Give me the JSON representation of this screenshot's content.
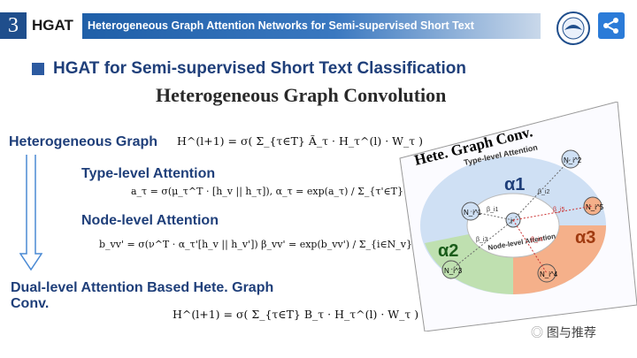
{
  "header": {
    "slide_number": "3",
    "section": "HGAT",
    "title": "Heterogeneous Graph Attention Networks for Semi-supervised Short Text"
  },
  "main": {
    "subtitle": "HGAT for Semi-supervised Short Text Classification",
    "heading": "Heterogeneous Graph Convolution",
    "labels": {
      "hetero_graph": "Heterogeneous Graph",
      "type_level": "Type-level Attention",
      "node_level": "Node-level Attention",
      "dual_level": "Dual-level Attention Based Hete. Graph Conv."
    },
    "equations": {
      "eq1": "H^(l+1) = σ( Σ_{τ∈T} Ã_τ · H_τ^(l) · W_τ )",
      "eq2": "a_τ = σ(μ_τ^T · [h_v || h_τ]),   α_τ = exp(a_τ) / Σ_{τ'∈T} exp(a_τ')",
      "eq3": "b_vv' = σ(ν^T · α_τ'[h_v || h_v'])   β_vv' = exp(b_vv') / Σ_{i∈N_v} exp(b_vi)",
      "eq4": "H^(l+1) = σ( Σ_{τ∈T} B_τ · H_τ^(l) · W_τ )"
    }
  },
  "figure": {
    "title": "Hete. Graph Conv.",
    "type_label": "Type-level Attention",
    "node_label": "Node-level Attention",
    "alpha1": "α1",
    "alpha2": "α2",
    "alpha3": "α3",
    "nodes": [
      "N_i^1",
      "N_i^2",
      "N_i^3",
      "N_i^4",
      "N_i^5"
    ],
    "center": "i",
    "betas": [
      "β_i1",
      "β_i2",
      "β_i3",
      "β_i4",
      "β_i5"
    ]
  },
  "watermark": "图与推荐",
  "colors": {
    "title_bar": "#1f5fa8",
    "accent": "#1f3f7a",
    "share": "#2b7bd8"
  }
}
